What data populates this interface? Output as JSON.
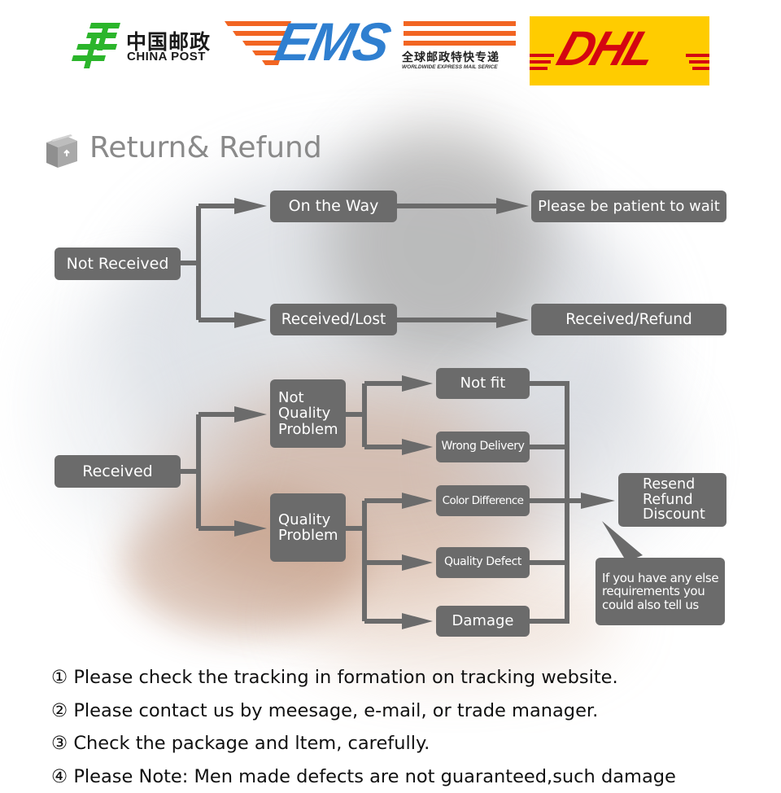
{
  "logos": {
    "china_post_cn": "中国邮政",
    "china_post_en": "CHINA POST",
    "ems_word": "EMS",
    "ems_cn": "全球邮政特快专递",
    "ems_en": "WORLDWIDE EXPRESS MAIL SERICE",
    "dhl_word": "DHL",
    "colors": {
      "china_post_green": "#2bb52b",
      "ems_blue": "#2f7fd0",
      "ems_orange": "#f26522",
      "dhl_yellow": "#ffcc00",
      "dhl_red": "#d40511"
    }
  },
  "section": {
    "title": "Return& Refund",
    "icon": "package-box-icon"
  },
  "flow": {
    "not_received": "Not Received",
    "on_the_way": "On the Way",
    "patient": "Please be patient to wait",
    "received_lost": "Received/Lost",
    "received_refund": "Received/Refund",
    "received": "Received",
    "not_quality_problem": "Not\nQuality\nProblem",
    "quality_problem": "Quality\nProblem",
    "not_fit": "Not fit",
    "wrong_delivery": "Wrong Delivery",
    "color_difference": "Color Difference",
    "quality_defect": "Quality Defect",
    "damage": "Damage",
    "resend": "Resend\nRefund\nDiscount",
    "callout": "If you have any else\nrequirements you\ncould also tell us",
    "node_color": "#6b6b6b",
    "arrow_color": "#6b6b6b"
  },
  "notes": [
    "① Please check the tracking in formation on tracking website.",
    "② Please contact us by meesage, e-mail, or trade manager.",
    "③ Check the package and ltem, carefully.",
    "④ Please Note: Men made defects  are not guaranteed,such damage"
  ]
}
